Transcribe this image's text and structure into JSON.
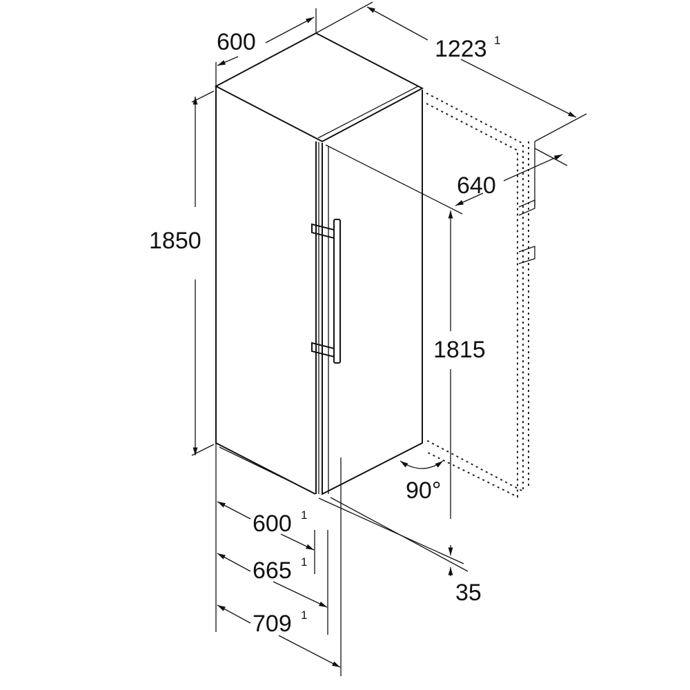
{
  "dimensions": {
    "top_width": {
      "value": "600",
      "note": ""
    },
    "total_depth_door_open": {
      "value": "1223",
      "note": "1"
    },
    "door_open_depth": {
      "value": "640",
      "note": ""
    },
    "height": {
      "value": "1850",
      "note": ""
    },
    "hinge_height": {
      "value": "1815",
      "note": ""
    },
    "depth_body": {
      "value": "600",
      "note": "1"
    },
    "depth_with_door": {
      "value": "665",
      "note": "1"
    },
    "depth_with_handle": {
      "value": "709",
      "note": "1"
    },
    "floor_clearance": {
      "value": "35",
      "note": ""
    },
    "door_angle": {
      "value": "90°",
      "note": ""
    }
  },
  "colors": {
    "line": "#111111",
    "background": "#ffffff"
  }
}
